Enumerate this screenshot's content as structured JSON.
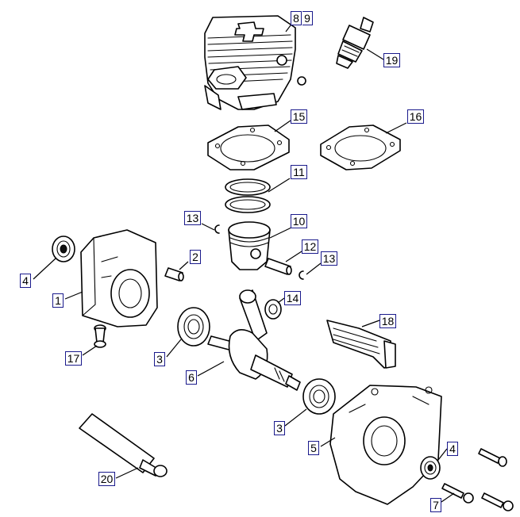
{
  "callouts": [
    {
      "id": "c8",
      "label": "8"
    },
    {
      "id": "c9",
      "label": "9"
    },
    {
      "id": "c19",
      "label": "19"
    },
    {
      "id": "c15",
      "label": "15"
    },
    {
      "id": "c16",
      "label": "16"
    },
    {
      "id": "c11",
      "label": "11"
    },
    {
      "id": "c13a",
      "label": "13"
    },
    {
      "id": "c10",
      "label": "10"
    },
    {
      "id": "c12",
      "label": "12"
    },
    {
      "id": "c13b",
      "label": "13"
    },
    {
      "id": "c2",
      "label": "2"
    },
    {
      "id": "c4a",
      "label": "4"
    },
    {
      "id": "c1",
      "label": "1"
    },
    {
      "id": "c14",
      "label": "14"
    },
    {
      "id": "c18",
      "label": "18"
    },
    {
      "id": "c17",
      "label": "17"
    },
    {
      "id": "c3a",
      "label": "3"
    },
    {
      "id": "c6",
      "label": "6"
    },
    {
      "id": "c3b",
      "label": "3"
    },
    {
      "id": "c5",
      "label": "5"
    },
    {
      "id": "c4b",
      "label": "4"
    },
    {
      "id": "c20",
      "label": "20"
    },
    {
      "id": "c7",
      "label": "7"
    }
  ],
  "colors": {
    "callout_border": "#1a1a8c",
    "line": "#000000",
    "background": "#ffffff"
  }
}
